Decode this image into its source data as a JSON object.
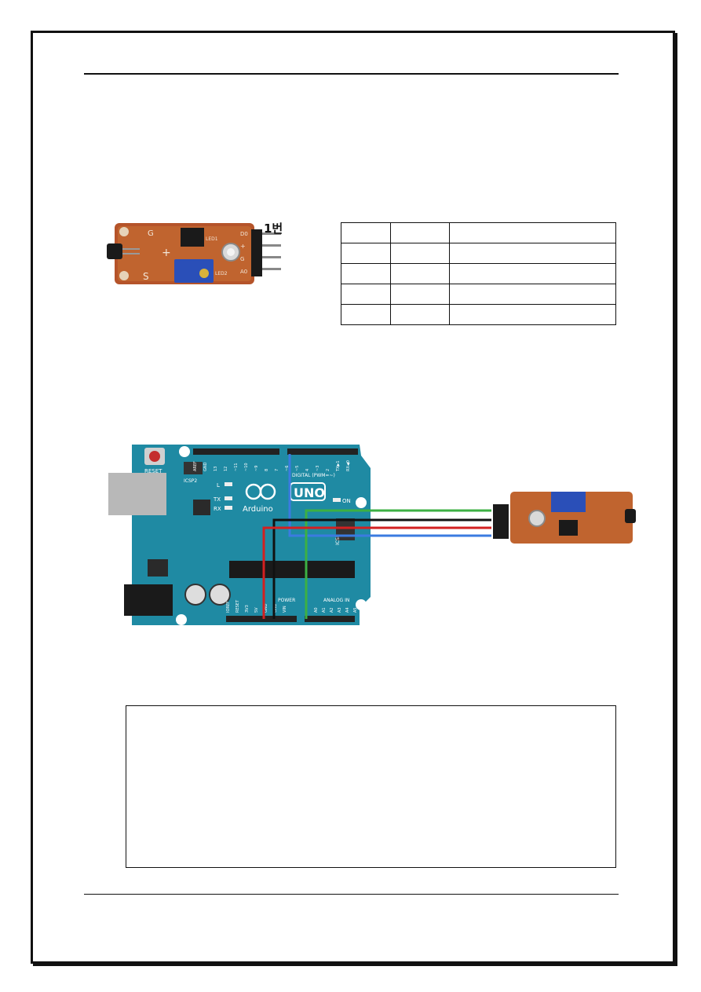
{
  "module_photo": {
    "pin_label": "1번",
    "silk_labels": [
      "S",
      "G",
      "+",
      "D0",
      "+",
      "G",
      "A0",
      "LED1",
      "LED2"
    ]
  },
  "pin_table": {
    "rows": [
      [
        "",
        "",
        ""
      ],
      [
        "",
        "",
        ""
      ],
      [
        "",
        "",
        ""
      ],
      [
        "",
        "",
        ""
      ],
      [
        "",
        "",
        ""
      ]
    ]
  },
  "wiring_diagram": {
    "board_labels": {
      "reset": "RESET",
      "icsp2": "ICSP2",
      "led_l": "L",
      "led_tx": "TX",
      "led_rx": "RX",
      "brand": "Arduino",
      "model": "UNO",
      "on": "ON",
      "digital": "DIGITAL (PWM=~)",
      "power": "POWER",
      "analog": "ANALOG IN",
      "icsp": "ICSP",
      "power_pins": [
        "IOREF",
        "RESET",
        "3V3",
        "5V",
        "GND",
        "GND",
        "VIN"
      ],
      "analog_pins": [
        "A0",
        "A1",
        "A2",
        "A3",
        "A4",
        "A5"
      ],
      "top_pins": [
        "AREF",
        "GND",
        "13",
        "12",
        "~11",
        "~10",
        "~9",
        "8",
        "7",
        "~6",
        "~5",
        "4",
        "~3",
        "2",
        "TX▶1",
        "RX◀0"
      ]
    },
    "wire_colors": {
      "green": "#3cb043",
      "black": "#111111",
      "red": "#d32020",
      "blue": "#3b7be0"
    },
    "board_color": "#1f8aa3"
  },
  "code_box": {
    "text": ""
  }
}
